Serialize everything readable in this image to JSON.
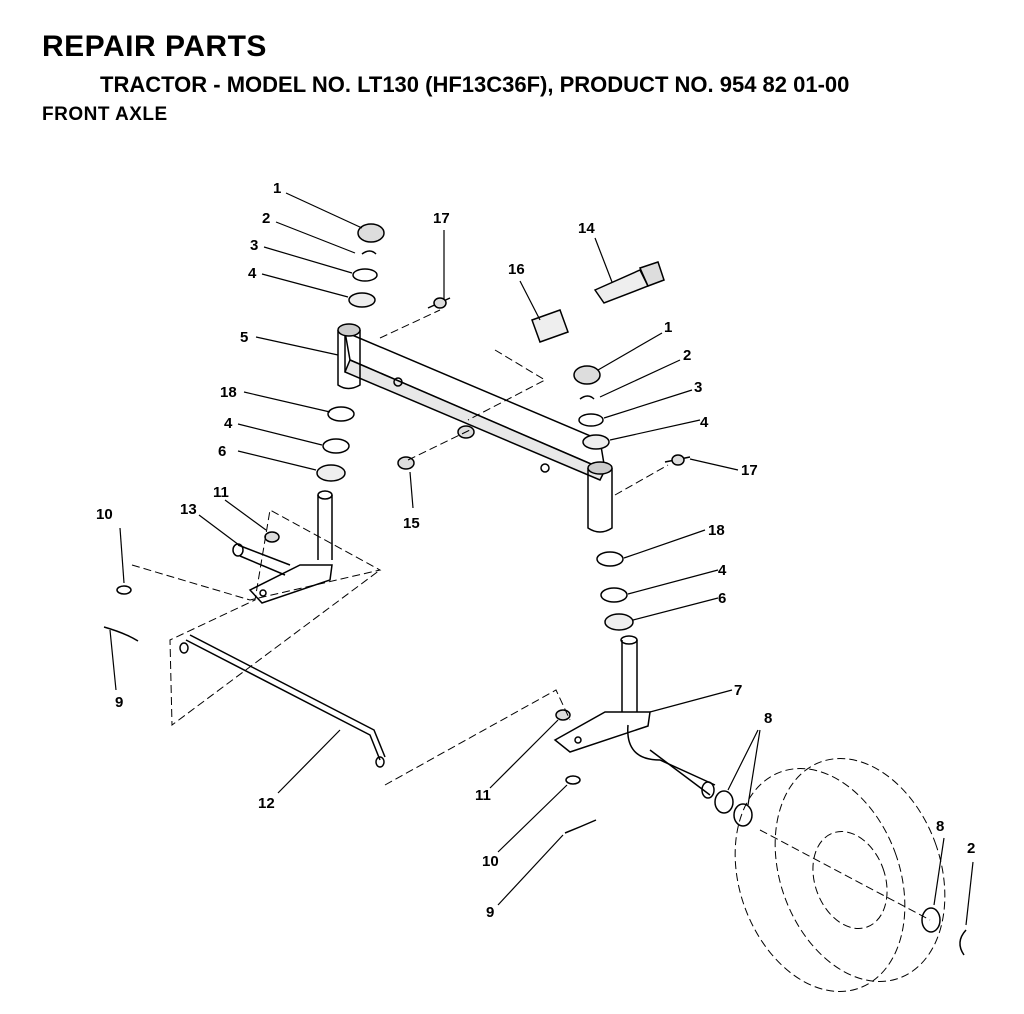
{
  "header": {
    "title": "REPAIR PARTS",
    "subtitle": "TRACTOR - MODEL NO. LT130 (HF13C36F), PRODUCT NO. 954 82 01-00",
    "section": "FRONT AXLE"
  },
  "callouts": [
    "1",
    "2",
    "3",
    "4",
    "5",
    "18",
    "4",
    "6",
    "17",
    "16",
    "14",
    "1",
    "2",
    "3",
    "4",
    "17",
    "15",
    "18",
    "4",
    "6",
    "7",
    "8",
    "10",
    "13",
    "11",
    "9",
    "12",
    "11",
    "10",
    "9",
    "8",
    "2"
  ]
}
